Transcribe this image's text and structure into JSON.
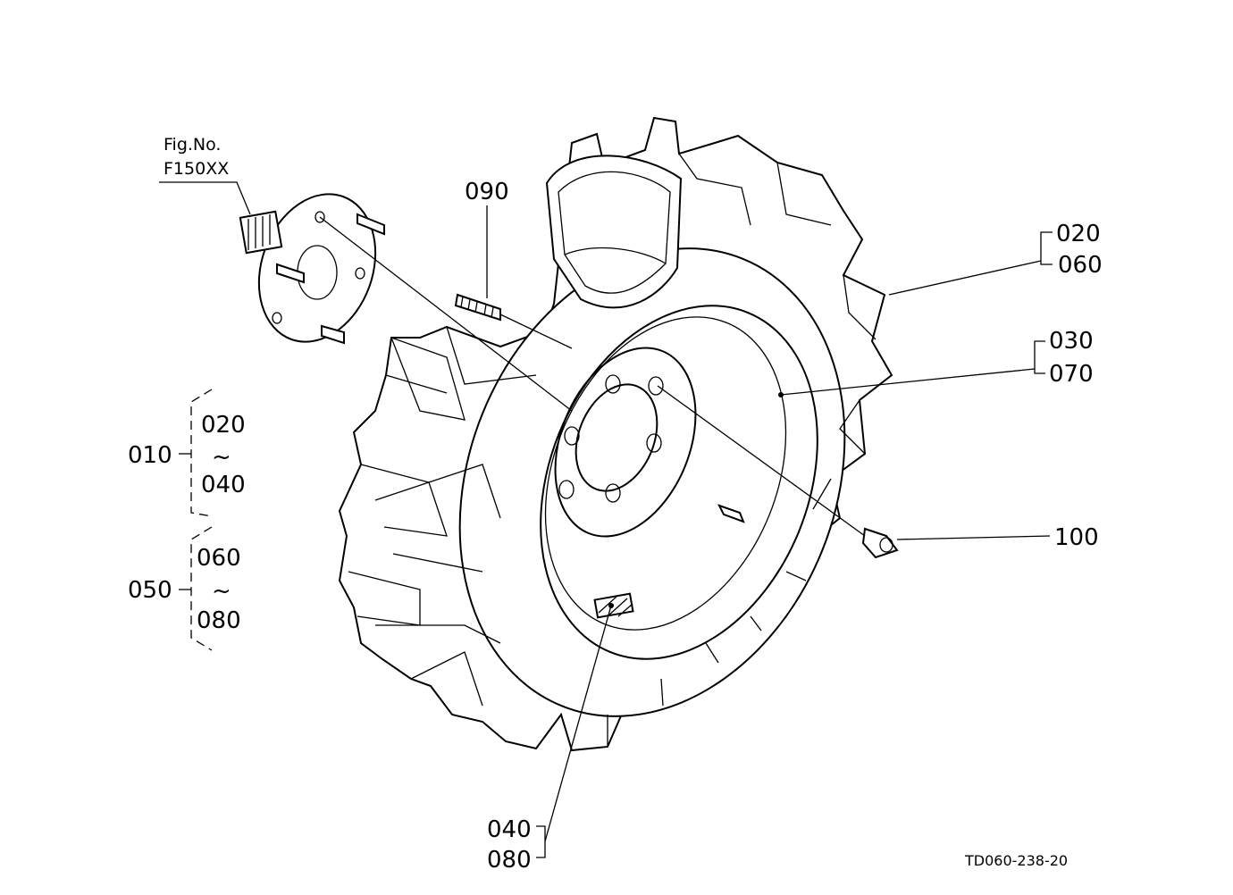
{
  "fig_ref": {
    "line1": "Fig.No.",
    "line2": "F150XX"
  },
  "callouts": {
    "c090": "090",
    "c020": "020",
    "c060": "060",
    "c030": "030",
    "c070": "070",
    "c100": "100",
    "c040": "040",
    "c080": "080"
  },
  "groups": {
    "g010": {
      "label": "010",
      "from": "020",
      "tilde": "~",
      "to": "040"
    },
    "g050": {
      "label": "050",
      "from": "060",
      "tilde": "~",
      "to": "080"
    }
  },
  "drawing_code": "TD060-238-20"
}
